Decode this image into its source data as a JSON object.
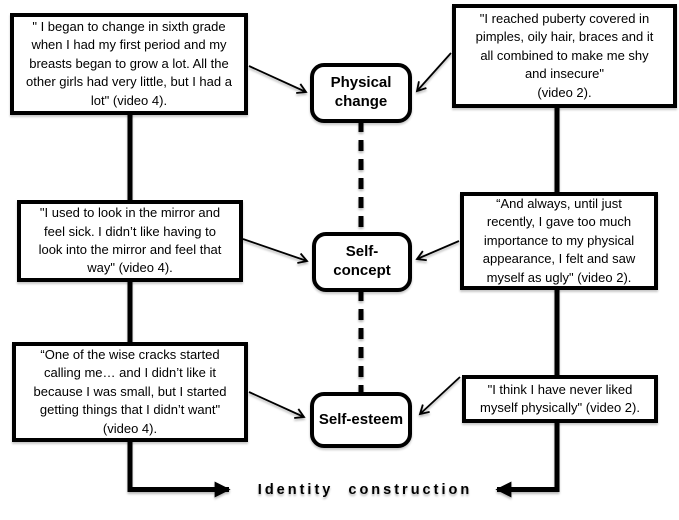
{
  "colors": {
    "background": "#ffffff",
    "line": "#000000",
    "box_fill": "#ffffff",
    "text": "#000000"
  },
  "concepts": [
    {
      "label": "Physical\nchange"
    },
    {
      "label": "Self-\nconcept"
    },
    {
      "label": "Self-esteem"
    }
  ],
  "quotes": {
    "top_left": "\" I began to change in sixth grade\nwhen I had my first period and my\nbreasts began to grow a lot. All the\nother girls had very little, but I had a\nlot\" (video 4).",
    "top_right": "\"I reached puberty covered in\npimples, oily hair, braces and it\nall combined to make me shy\nand insecure\"\n(video 2).",
    "middle_left": "\"I used to look in the mirror and\nfeel sick. I didn’t like having to\nlook into the mirror and feel that\nway\" (video 4).",
    "middle_right": "“And always, until just\nrecently, I gave too much\nimportance to my physical\nappearance, I felt and saw\nmyself as ugly\" (video 2).",
    "bottom_left": "“One of the wise cracks started\ncalling me… and I didn’t like it\nbecause I was small, but I started\ngetting things that I didn’t want\"\n(video 4).",
    "bottom_right": "\"I think I have never liked\nmyself physically\" (video 2)."
  },
  "footer": {
    "label": "Identity construction"
  }
}
